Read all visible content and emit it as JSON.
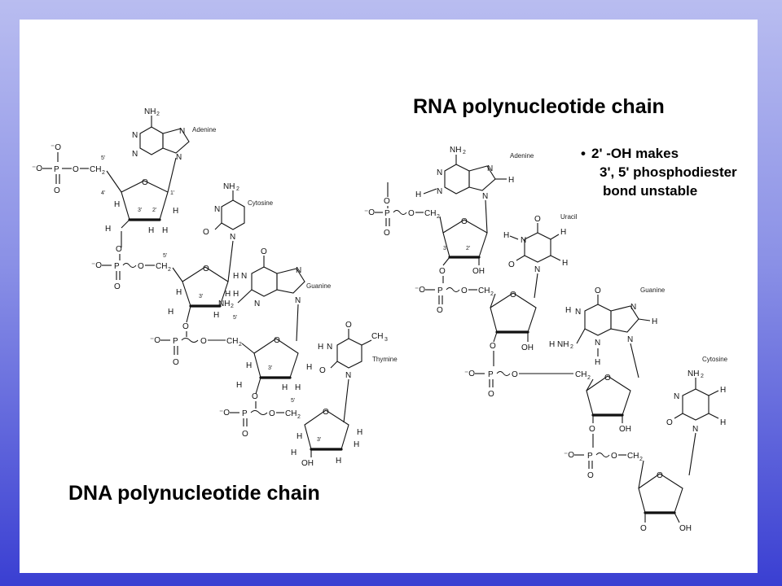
{
  "dna": {
    "title": "DNA polynucleotide chain",
    "bases": [
      "Adenine",
      "Cytosine",
      "Guanine",
      "Thymine"
    ],
    "amine": "NH",
    "sub2": "2",
    "methyl": "CH",
    "sub3": "3",
    "hydroxyl": "OH"
  },
  "rna": {
    "title": "RNA polynucleotide chain",
    "bases": [
      "Adenine",
      "Uracil",
      "Guanine",
      "Cytosine"
    ],
    "note": {
      "bullet": "•",
      "line1": "2' -OH makes",
      "line2": "3', 5' phosphodiester",
      "line3": "bond unstable"
    },
    "hydroxyl": "OH"
  },
  "atoms": {
    "P": "P",
    "O": "O",
    "O_minus": "⁻O",
    "CH2": "CH",
    "H": "H",
    "N": "N",
    "prime3": "3'",
    "prime5": "5'",
    "prime1": "1'",
    "prime2": "2'",
    "prime4": "4'"
  }
}
